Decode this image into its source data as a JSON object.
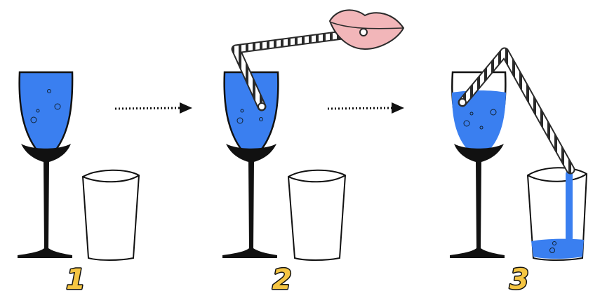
{
  "steps": [
    {
      "number": "1"
    },
    {
      "number": "2"
    },
    {
      "number": "3"
    }
  ],
  "colors": {
    "water": "#3a7ff0",
    "water_dark": "#111111",
    "glass_outline": "#111111",
    "step_number": "#f5c542",
    "lips": "#f2b6b9",
    "straw_stripe": "#ffffff",
    "straw_outline": "#2a2a2a"
  },
  "icons": {
    "arrow": "dotted-arrow-icon",
    "lips": "lips-icon",
    "wine_glass": "wine-glass-icon",
    "tumbler": "tumbler-glass-icon",
    "straw": "bendy-straw-icon"
  }
}
